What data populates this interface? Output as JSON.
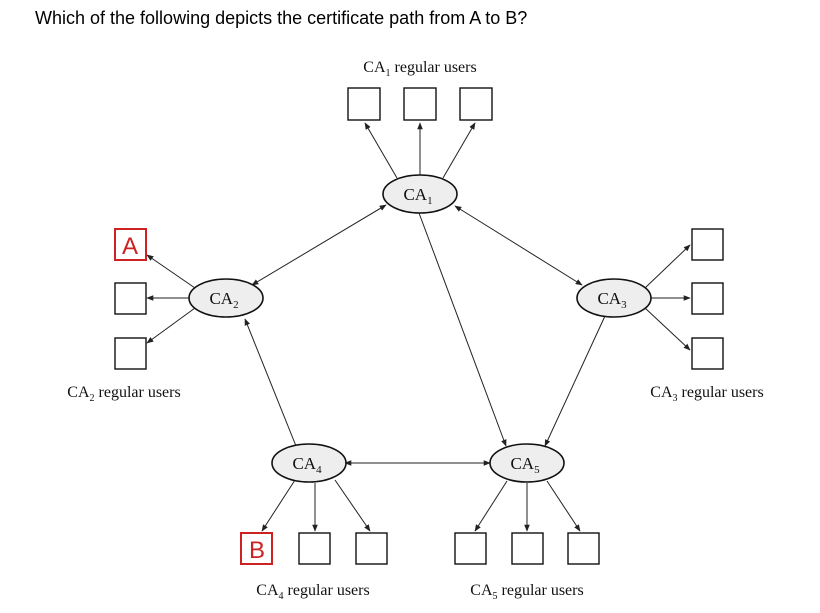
{
  "question": "Which of the following depicts the certificate path from A to B?",
  "colors": {
    "highlight": "#cc2222",
    "stroke": "#222222",
    "node_fill": "#eeeeee"
  },
  "nodes": {
    "ca1": {
      "prefix": "CA",
      "sub": "1"
    },
    "ca2": {
      "prefix": "CA",
      "sub": "2"
    },
    "ca3": {
      "prefix": "CA",
      "sub": "3"
    },
    "ca4": {
      "prefix": "CA",
      "sub": "4"
    },
    "ca5": {
      "prefix": "CA",
      "sub": "5"
    }
  },
  "groups": {
    "ca1": {
      "prefix": "CA",
      "sub": "1",
      "suffix": " regular users"
    },
    "ca2": {
      "prefix": "CA",
      "sub": "2",
      "suffix": " regular users"
    },
    "ca3": {
      "prefix": "CA",
      "sub": "3",
      "suffix": " regular users"
    },
    "ca4": {
      "prefix": "CA",
      "sub": "4",
      "suffix": " regular users"
    },
    "ca5": {
      "prefix": "CA",
      "sub": "5",
      "suffix": " regular users"
    }
  },
  "users": {
    "a": "A",
    "b": "B"
  },
  "edges": [
    {
      "from": "CA1",
      "to": "CA2",
      "direction": "both"
    },
    {
      "from": "CA1",
      "to": "CA3",
      "direction": "both"
    },
    {
      "from": "CA1",
      "to": "CA5",
      "direction": "one-way"
    },
    {
      "from": "CA3",
      "to": "CA5",
      "direction": "one-way"
    },
    {
      "from": "CA4",
      "to": "CA2",
      "direction": "one-way"
    },
    {
      "from": "CA4",
      "to": "CA5",
      "direction": "both"
    }
  ]
}
